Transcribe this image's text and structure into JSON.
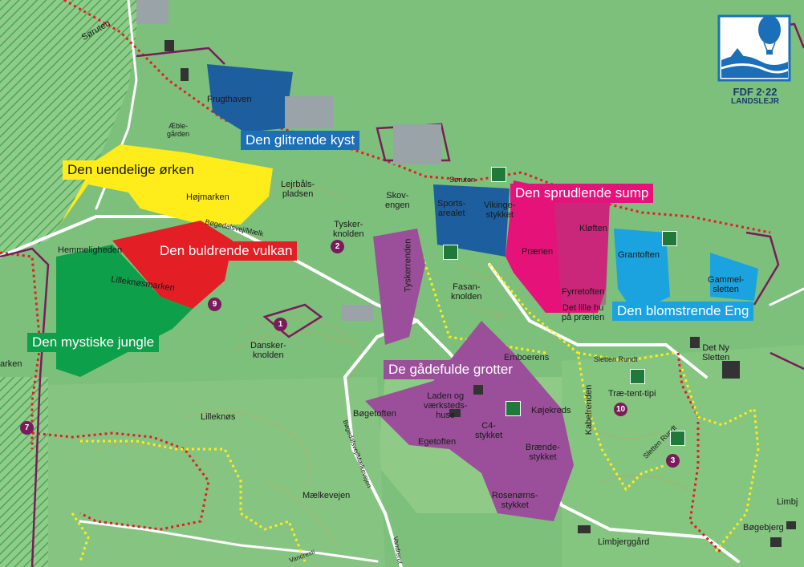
{
  "logo": {
    "line1": "FDF 2·22",
    "line2": "LANDSLEJR"
  },
  "zones": [
    {
      "label": "Den glitrende kyst",
      "bg": "#1d6fb8",
      "fg": "#ffffff"
    },
    {
      "label": "Den uendelige ørken",
      "bg": "#ffec1a",
      "fg": "#1a1a1a"
    },
    {
      "label": "Den sprudlende sump",
      "bg": "#e5127a",
      "fg": "#ffffff"
    },
    {
      "label": "Den buldrende vulkan",
      "bg": "#e31e24",
      "fg": "#ffffff"
    },
    {
      "label": "Den blomstrende Eng",
      "bg": "#1aa3df",
      "fg": "#ffffff"
    },
    {
      "label": "Den mystiske jungle",
      "bg": "#0e9f4a",
      "fg": "#ffffff"
    },
    {
      "label": "De gådefulde grotter",
      "bg": "#9b4f9a",
      "fg": "#ffffff"
    }
  ],
  "places": {
    "soruten_top": "Søruten",
    "frugthaven": "Frugthaven",
    "aeblegaarden": "Æble-\ngården",
    "lejrbaalspladsen": "Lejrbåls-\npladsen",
    "hojmarken": "Højmarken",
    "bogedalsvej": "Bøgedalsvej/Mælk",
    "tyskerknolden": "Tysker-\nknolden",
    "skovengen": "Skov-\nengen",
    "soruten_mid": "Søruten",
    "sportsarealet": "Sports-\narealet",
    "vikingestykket": "Vikinge-\nstykket",
    "hemmeligheden": "Hemmeligheden",
    "lilleknosmarken": "Lilleknøsmarken",
    "tyskerrenden": "Tyskerrenden",
    "fasanknolden": "Fasan-\nknolden",
    "praerien": "Prærien",
    "kloften": "Kløften",
    "grantoften": "Grantoften",
    "gammelsletten": "Gammel-\nsletten",
    "fyrretoften": "Fyrretoften",
    "det_lille_hus": "Det lille hu\npå prærien",
    "danskerknolden": "Dansker-\nknolden",
    "arken": "arken",
    "embo": "Emboerens",
    "sletten_rundt": "Sletten Rundt",
    "det_ny_sletten": "Det Ny\nSletten",
    "trae_tent_tipi": "Træ-tent-tipi",
    "kabelrenden": "Kabelrenden",
    "laden": "Laden og\nværksteds-\nhuse",
    "bogetoften": "Bøgetoften",
    "kojekreds": "Køjekreds",
    "c4stykket": "C4-\nstykket",
    "egetoften": "Egetoften",
    "braendestykket": "Brænde-\nstykket",
    "lilleknos": "Lilleknøs",
    "bogedalsvej_road": "Bøgedalsvej/Mælkevejen",
    "sletten_rundt2": "Sletten Rundt",
    "rosenornsstykket": "Rosenørns-\nstykket",
    "maelkevejen": "Mælkevejen",
    "limbjerg": "Limbj",
    "bogebjerg": "Bøgebjerg",
    "limbjerggaard": "Limbjerggård",
    "vandresti": "Vandresti",
    "vandrerute": "Vandrerut"
  },
  "numbers": [
    "1",
    "2",
    "3",
    "7",
    "9",
    "10"
  ]
}
